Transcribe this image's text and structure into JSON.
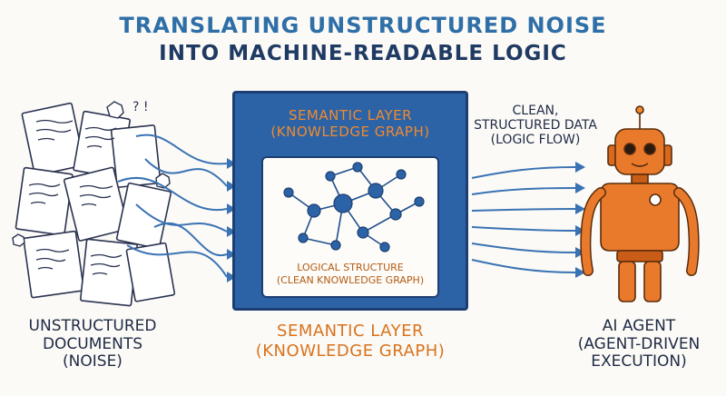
{
  "title": {
    "line1": "TRANSLATING UNSTRUCTURED NOISE",
    "line2": "INTO MACHINE-READABLE LOGIC"
  },
  "left": {
    "label_lines": [
      "UNSTRUCTURED",
      "DOCUMENTS",
      "(NOISE)"
    ]
  },
  "center": {
    "top_label_lines": [
      "SEMANTIC LAYER",
      "(KNOWLEDGE GRAPH)"
    ],
    "inner_label_lines": [
      "LOGICAL STRUCTURE",
      "(CLEAN KNOWLEDGE GRAPH)"
    ],
    "bottom_label_lines": [
      "SEMANTIC LAYER",
      "(KNOWLEDGE GRAPH)"
    ]
  },
  "flow": {
    "label_lines": [
      "CLEAN,",
      "STRUCTURED DATA",
      "(LOGIC FLOW)"
    ]
  },
  "right": {
    "label_lines": [
      "AI AGENT",
      "(AGENT-DRIVEN",
      "EXECUTION)"
    ]
  },
  "icons": [
    "documents-pile-icon",
    "knowledge-graph-icon",
    "robot-agent-icon"
  ],
  "colors": {
    "title_blue": "#2f6fa8",
    "title_dark": "#1f3a63",
    "box_blue": "#2c63a6",
    "accent_orange": "#f08a2e",
    "robot_orange": "#e9792a"
  }
}
